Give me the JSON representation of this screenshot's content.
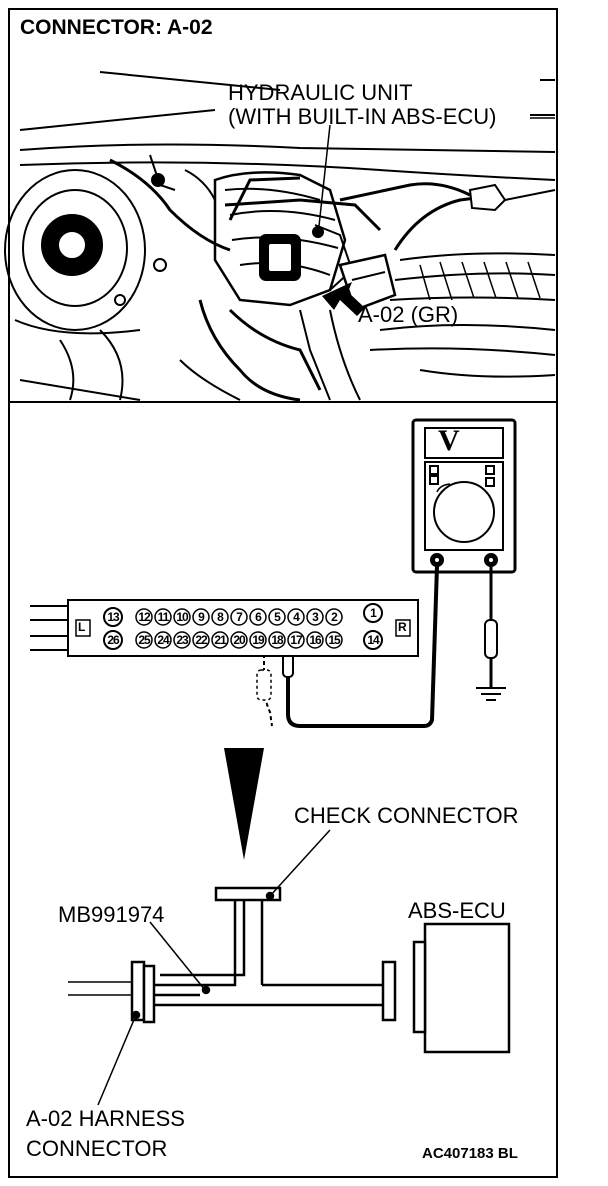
{
  "title": "CONNECTOR: A-02",
  "photo": {
    "hydraulic_unit_label_line1": "HYDRAULIC UNIT",
    "hydraulic_unit_label_line2": "(WITH BUILT-IN ABS-ECU)",
    "connector_callout": "A-02 (GR)"
  },
  "voltmeter": {
    "display_symbol": "V"
  },
  "connector": {
    "left_marker": "L",
    "right_marker": "R",
    "top_row_pins": [
      "13",
      "12",
      "11",
      "10",
      "9",
      "8",
      "7",
      "6",
      "5",
      "4",
      "3",
      "2",
      "1"
    ],
    "bottom_row_pins": [
      "26",
      "25",
      "24",
      "23",
      "22",
      "21",
      "20",
      "19",
      "18",
      "17",
      "16",
      "15",
      "14"
    ]
  },
  "schematic": {
    "check_connector_label": "CHECK CONNECTOR",
    "adapter_label": "MB991974",
    "ecu_label": "ABS-ECU",
    "harness_label_line1": "A-02 HARNESS",
    "harness_label_line2": "CONNECTOR"
  },
  "figure_code": "AC407183 BL"
}
